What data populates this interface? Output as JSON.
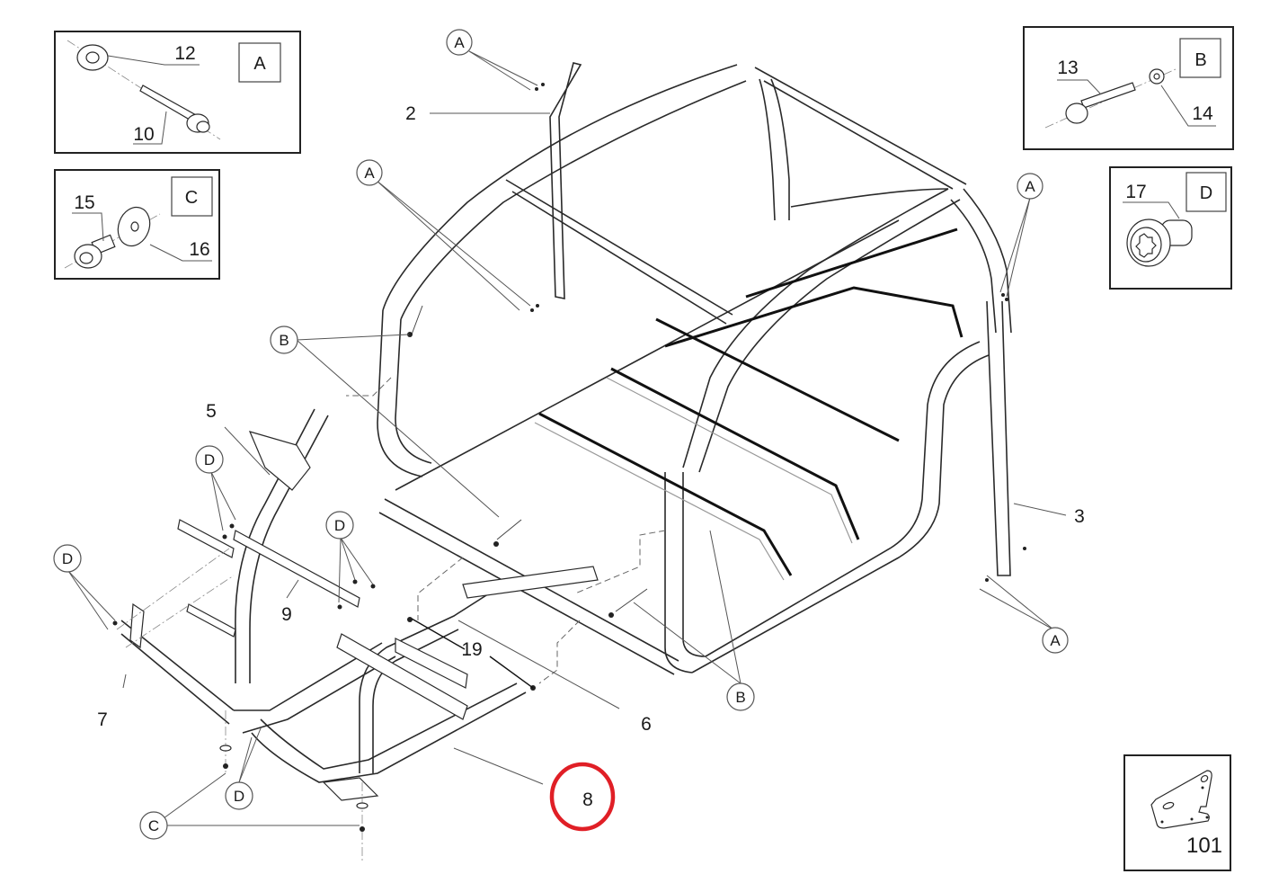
{
  "diagram": {
    "type": "exploded-parts-view",
    "subject": "vehicle roll cage / chassis frame assembly",
    "detail_boxes": [
      {
        "id": "detail-A",
        "tag": "A",
        "parts": [
          {
            "number": "12",
            "description": "flange nut"
          },
          {
            "number": "10",
            "description": "flange bolt"
          }
        ]
      },
      {
        "id": "detail-B",
        "tag": "B",
        "parts": [
          {
            "number": "13",
            "description": "hex bolt"
          },
          {
            "number": "14",
            "description": "washer"
          }
        ]
      },
      {
        "id": "detail-C",
        "tag": "C",
        "parts": [
          {
            "number": "15",
            "description": "torx flange screw"
          },
          {
            "number": "16",
            "description": "flat washer"
          }
        ]
      },
      {
        "id": "detail-D",
        "tag": "D",
        "parts": [
          {
            "number": "17",
            "description": "torx shoulder screw"
          }
        ]
      }
    ],
    "inset": {
      "number": "101",
      "description": "mounting bracket plate"
    },
    "part_callouts": [
      {
        "number": "2",
        "description": "front vertical cage post"
      },
      {
        "number": "3",
        "description": "rear vertical cage post"
      },
      {
        "number": "5",
        "description": "steering column bracket"
      },
      {
        "number": "6",
        "description": "lower side frame tube"
      },
      {
        "number": "7",
        "description": "front bumper cross member"
      },
      {
        "number": "8",
        "description": "front sub-frame",
        "highlighted": true
      },
      {
        "number": "9",
        "description": "dash cross bar"
      },
      {
        "number": "19",
        "description": "pin / rivet"
      }
    ],
    "fastener_bubbles": {
      "A": {
        "label": "A",
        "count": 4
      },
      "B": {
        "label": "B",
        "count": 2
      },
      "C": {
        "label": "C",
        "count": 1
      },
      "D": {
        "label": "D",
        "count": 4
      }
    },
    "highlight": {
      "target_part": "8",
      "color": "#e01f26"
    }
  }
}
